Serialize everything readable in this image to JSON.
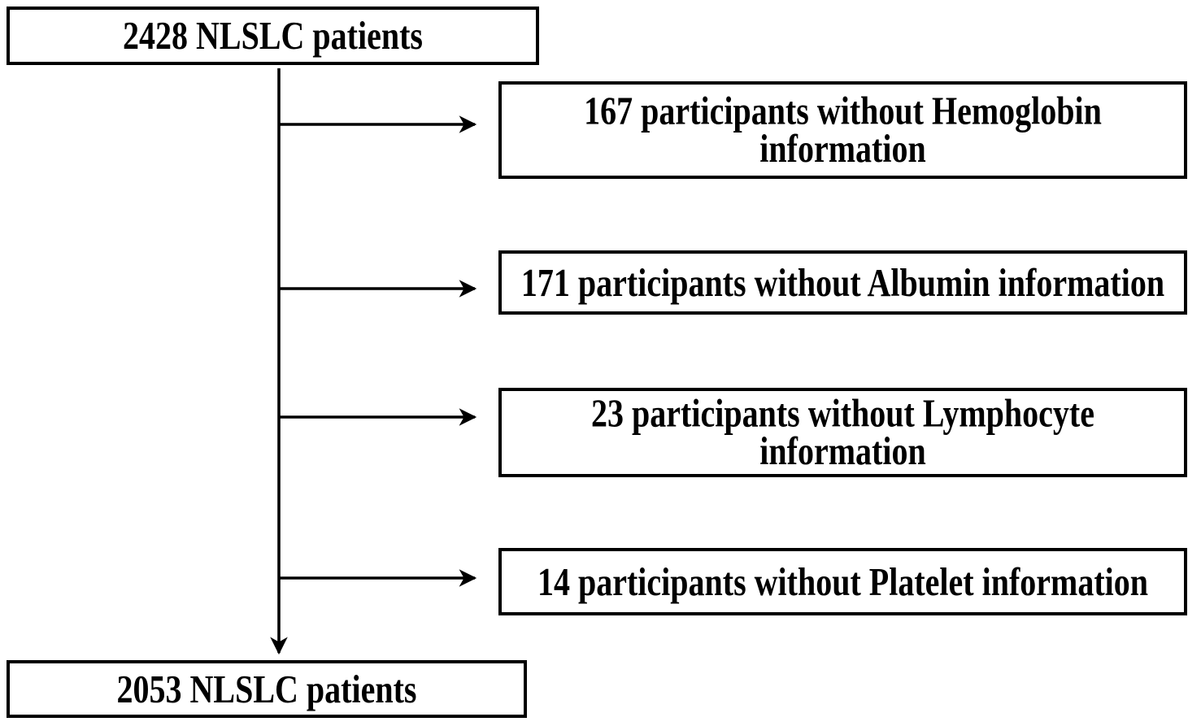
{
  "figure": {
    "type": "participant-flow-diagram",
    "background_color": "#ffffff",
    "line_color": "#000000",
    "top_box": {
      "label": "2428 NLSLC patients"
    },
    "exclusions": [
      {
        "label": "167 participants without Hemoglobin information"
      },
      {
        "label": "171 participants without Albumin information"
      },
      {
        "label": "23 participants without Lymphocyte information"
      },
      {
        "label": "14 participants without Platelet information"
      }
    ],
    "bottom_box": {
      "label": "2053 NLSLC patients"
    }
  }
}
